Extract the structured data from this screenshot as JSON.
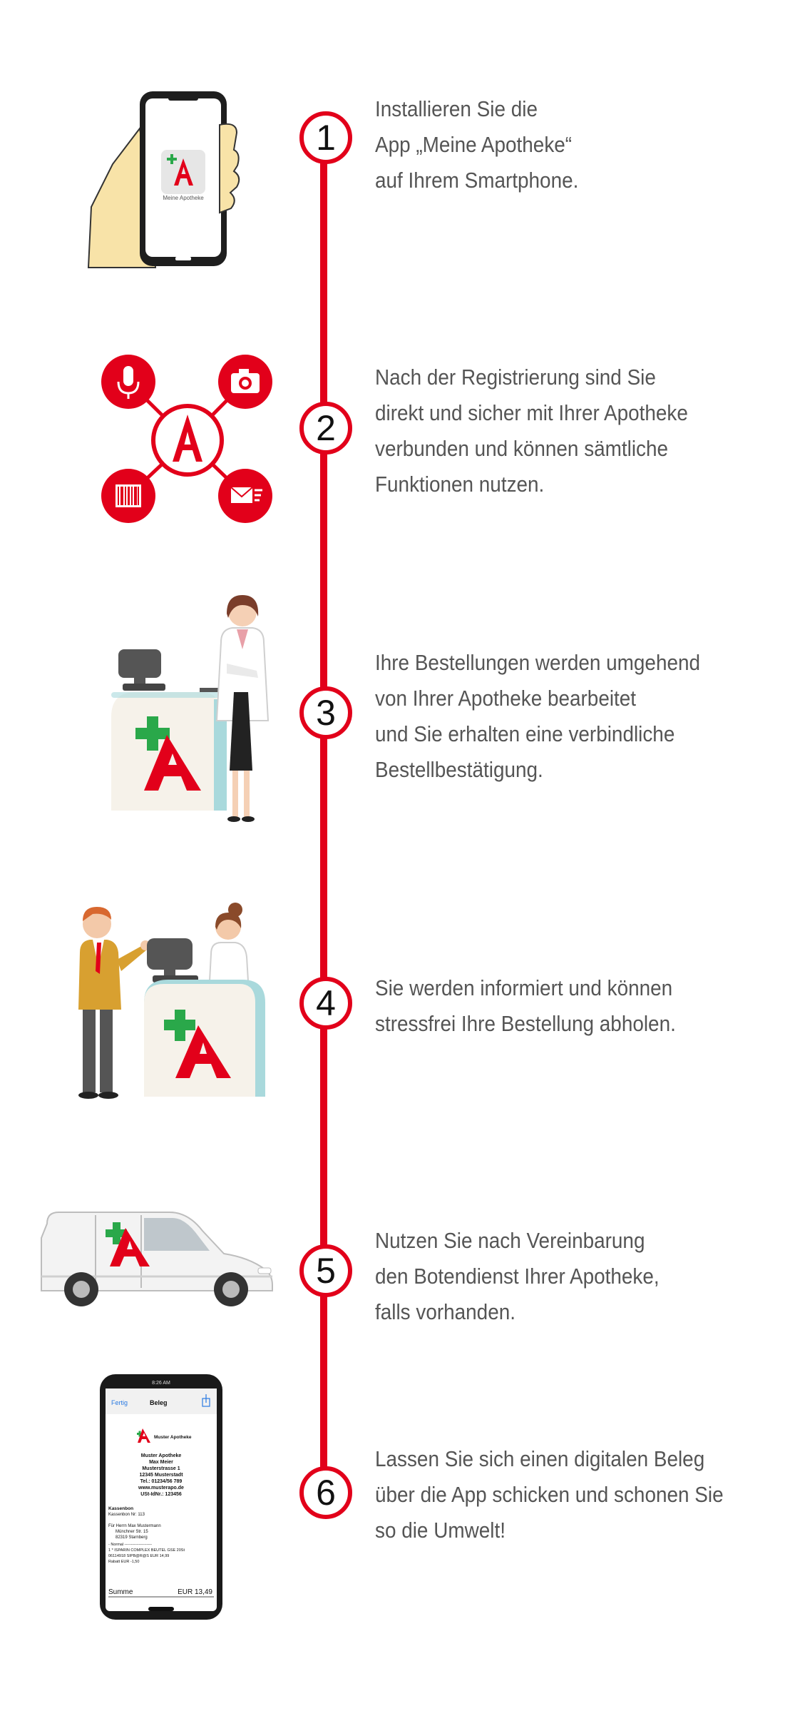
{
  "colors": {
    "accent": "#e2001a",
    "green": "#2aa84a",
    "text": "#555555"
  },
  "steps": [
    {
      "number": "1",
      "lines": [
        "Installieren Sie die",
        "App „Meine Apotheke“",
        "auf Ihrem Smartphone."
      ]
    },
    {
      "number": "2",
      "lines": [
        "Nach der Registrierung sind Sie",
        "direkt und sicher mit Ihrer Apotheke",
        "verbunden und können sämtliche",
        "Funktionen nutzen."
      ]
    },
    {
      "number": "3",
      "lines": [
        "Ihre Bestellungen werden umgehend",
        "von Ihrer Apotheke bearbeitet",
        "und Sie erhalten eine verbindliche",
        "Bestellbestätigung."
      ]
    },
    {
      "number": "4",
      "lines": [
        "Sie werden informiert und können",
        "stressfrei Ihre Bestellung abholen."
      ]
    },
    {
      "number": "5",
      "lines": [
        "Nutzen Sie nach Vereinbarung",
        "den Botendienst Ihrer Apotheke,",
        "falls vorhanden."
      ]
    },
    {
      "number": "6",
      "lines": [
        "Lassen Sie sich einen digitalen Beleg",
        "über die App schicken und schonen Sie",
        "so die Umwelt!"
      ]
    }
  ],
  "phone1": {
    "app_label": "Meine Apotheke"
  },
  "receipt": {
    "status_time": "8:26 AM",
    "done_label": "Fertig",
    "title": "Beleg",
    "brand": "Muster Apotheke",
    "header_lines": [
      "Muster Apotheke",
      "Max Meier",
      "Musterstrasse 1",
      "12345 Musterstadt",
      "Tel.: 01234/56 789",
      "www.musterapo.de",
      "USt-IdNr.: 123456"
    ],
    "bon_lines": [
      "Kassenbon",
      "Kassenbon Nr: 113"
    ],
    "customer_lines": [
      "Für Herrn Max Mustermann",
      "Münchner Str. 15",
      "82319 Starnberg"
    ],
    "item_lines": [
      "- Normal ---------------------",
      "1 * ISPARIN COMPLEX BEUTEL GSE 20St",
      "06114918  SIPB@R@S          EUR   14,99",
      "              Rabatt          EUR   -1,50"
    ],
    "sum_label": "Summe",
    "sum_value": "EUR 13,49"
  }
}
